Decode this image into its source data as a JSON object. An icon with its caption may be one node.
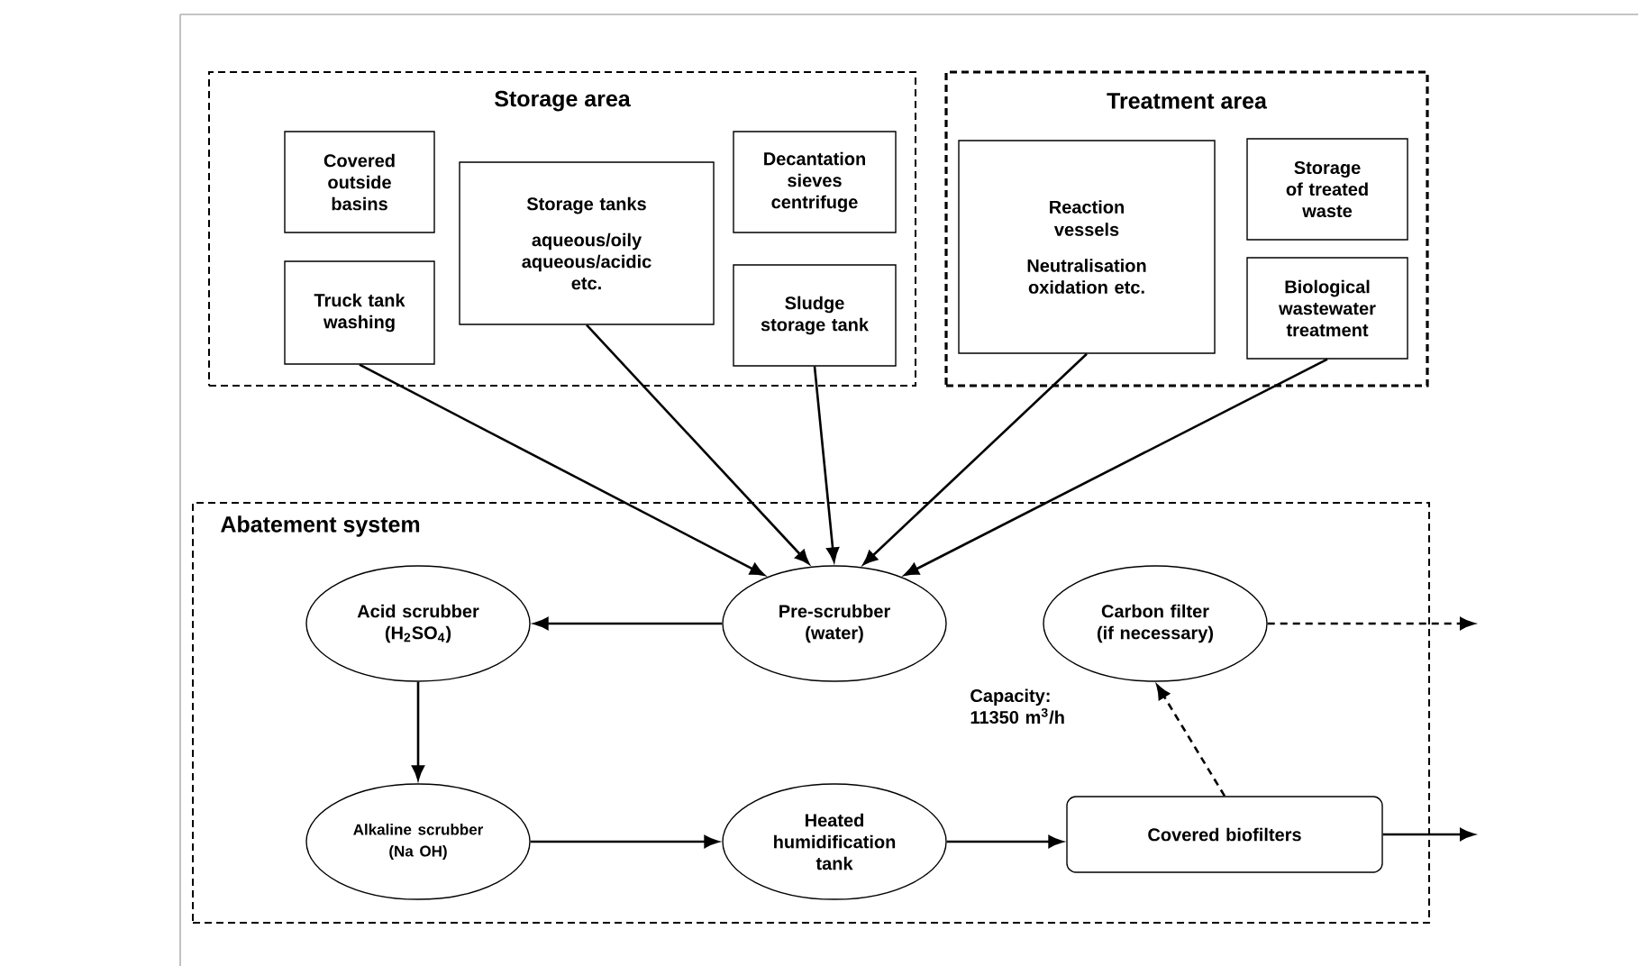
{
  "diagram": {
    "nodes": [
      {
        "text": [
          "Storage area"
        ]
      },
      {
        "text": [
          "Covered outside basins"
        ],
        "in": 0
      },
      {
        "text": [
          "Storage tanks",
          "aqueous/oily aqueous/acidic etc."
        ],
        "in": 0
      },
      {
        "text": [
          "Decantation sieves centrifuge"
        ],
        "in": 0
      },
      {
        "text": [
          "Truck tank washing"
        ],
        "in": 0
      },
      {
        "text": [
          "Sludge storage tank"
        ],
        "in": 0
      },
      {
        "text": [
          "Treatment area"
        ]
      },
      {
        "text": [
          "Reaction vessels",
          "Neutralisation oxidation etc."
        ],
        "in": 6
      },
      {
        "text": [
          "Storage of treated waste"
        ],
        "in": 6
      },
      {
        "text": [
          "Biological wastewater treatment"
        ],
        "in": 6
      },
      {
        "text": [
          "Abatement system"
        ]
      },
      {
        "text": [
          "Pre-scrubber (water)"
        ],
        "in": 10
      },
      {
        "text": [
          "Acid scrubber (H$_{2}$SO$_{4}$)"
        ],
        "in": 10
      },
      {
        "text": [
          "Alkaline scrubber (Na OH)"
        ],
        "in": 10
      },
      {
        "text": [
          "Heated humidification tank"
        ],
        "in": 10
      },
      {
        "text": [
          "Carbon filter (if necessary)"
        ],
        "in": 10
      },
      {
        "text": [
          "Covered biofilters"
        ],
        "in": 10
      }
    ],
    "edges": [
      {
        "from": 4,
        "to": 11,
        "arrow": "to"
      },
      {
        "from": 2,
        "to": 11,
        "arrow": "to"
      },
      {
        "from": 5,
        "to": 11,
        "arrow": "to"
      },
      {
        "from": 7,
        "to": 11,
        "arrow": "to"
      },
      {
        "from": 9,
        "to": 11,
        "arrow": "to"
      },
      {
        "from": 11,
        "to": 12,
        "arrow": "to"
      },
      {
        "from": 12,
        "to": 13,
        "arrow": "to"
      },
      {
        "from": 13,
        "to": 14,
        "arrow": "to"
      },
      {
        "from": 14,
        "to": 16,
        "arrow": "to"
      },
      {
        "from": 16,
        "to": 15,
        "arrow": "to",
        "style": "dashed"
      },
      {
        "from": 15,
        "to": null,
        "arrow": "to",
        "style": "dashed"
      },
      {
        "from": 16,
        "to": null,
        "arrow": "to"
      }
    ],
    "labels": [
      "Capacity: 11350 m$^{3}$/h"
    ]
  }
}
